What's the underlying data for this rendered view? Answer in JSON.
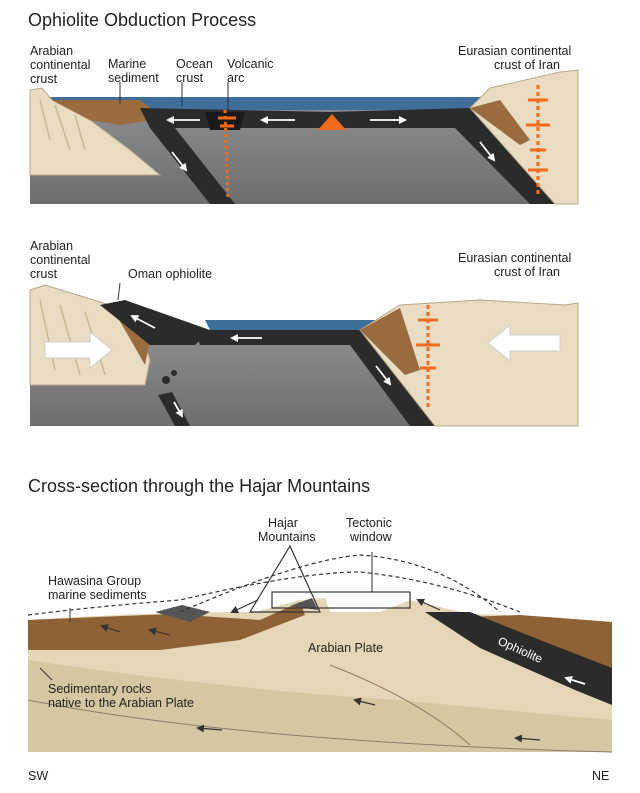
{
  "titles": {
    "process": "Ophiolite Obduction Process",
    "cross_section": "Cross-section through the Hajar Mountains"
  },
  "panel1": {
    "arabian_crust": [
      "Arabian",
      "continental",
      "crust"
    ],
    "marine_sediment": [
      "Marine",
      "sediment"
    ],
    "ocean_crust": [
      "Ocean",
      "crust"
    ],
    "volcanic_arc": [
      "Volcanic",
      "arc"
    ],
    "eurasian_crust": [
      "Eurasian continental",
      "crust of Iran"
    ]
  },
  "panel2": {
    "arabian_crust": [
      "Arabian",
      "continental",
      "crust"
    ],
    "oman_ophiolite": "Oman ophiolite",
    "eurasian_crust": [
      "Eurasian continental",
      "crust of Iran"
    ]
  },
  "panel3": {
    "hajar_mountains": [
      "Hajar",
      "Mountains"
    ],
    "tectonic_window": [
      "Tectonic",
      "window"
    ],
    "hawasina": [
      "Hawasina Group",
      "marine sediments"
    ],
    "arabian_plate": "Arabian Plate",
    "ophiolite": "Ophiolite",
    "sedimentary": [
      "Sedimentary rocks",
      "native to the Arabian Plate"
    ],
    "sw": "SW",
    "ne": "NE"
  },
  "colors": {
    "water": "#3f6e9a",
    "mantle": "#7b7c7e",
    "slab": "#2b2b2b",
    "continental": "#e8dcc2",
    "sediment": "#9a6b3f",
    "magma": "#f26a1b"
  }
}
